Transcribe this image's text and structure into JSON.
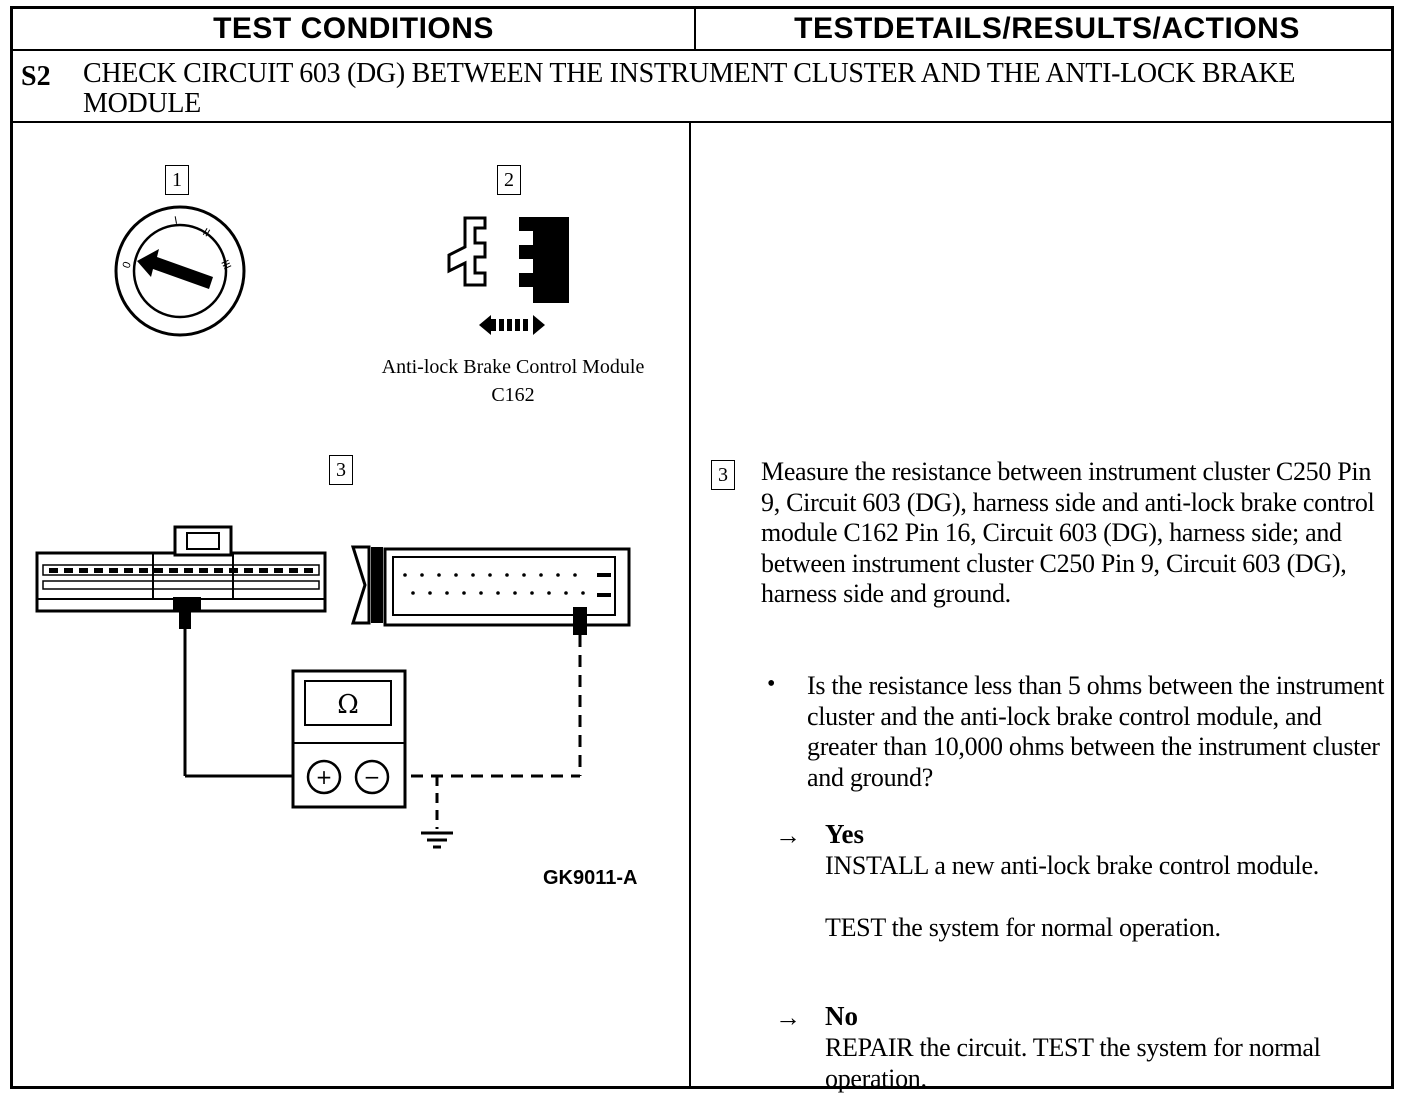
{
  "header": {
    "left": "TEST CONDITIONS",
    "right": "TESTDETAILS/RESULTS/ACTIONS"
  },
  "step": {
    "id": "S2",
    "title": "CHECK CIRCUIT 603 (DG) BETWEEN THE INSTRUMENT CLUSTER AND THE ANTI-LOCK BRAKE MODULE"
  },
  "diagram": {
    "callouts": [
      "1",
      "2",
      "3"
    ],
    "connector_caption_line1": "Anti-lock Brake Control Module",
    "connector_caption_line2": "C162",
    "meter_symbol": "Ω",
    "plus": "+",
    "minus": "−",
    "ignition_marks": [
      "0",
      "I",
      "II",
      "III"
    ],
    "figure_id": "GK9011-A"
  },
  "details": {
    "step_ref": "3",
    "instruction": "Measure the resistance between instrument cluster C250 Pin 9, Circuit 603 (DG), harness side and anti-lock brake control module C162 Pin 16, Circuit 603 (DG), harness side; and between instrument cluster C250 Pin 9, Circuit 603 (DG), harness  side and ground.",
    "bullet": "•",
    "question": "Is the resistance less than 5 ohms between the instrument cluster and the anti-lock brake control module, and greater than 10,000 ohms between the instrument cluster and ground?",
    "arrow": "→",
    "yes": {
      "label": "Yes",
      "action": "INSTALL a new anti-lock brake control module.",
      "test": "TEST the system for normal operation."
    },
    "no": {
      "label": "No",
      "action": "REPAIR the circuit. TEST the system for normal operation."
    }
  }
}
